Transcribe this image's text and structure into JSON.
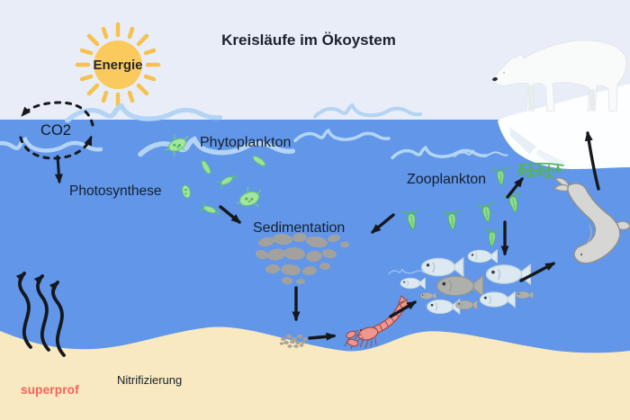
{
  "title": "Kreisläufe im Ökoystem",
  "sun": {
    "label": "Energie"
  },
  "cycle": {
    "co2": "CO2",
    "photosynthesis": "Photosynthese"
  },
  "labels": {
    "phytoplankton": "Phytoplankton",
    "sedimentation": "Sedimentation",
    "zooplankton": "Zooplankton",
    "nitrification": "Nitrifizierung"
  },
  "branding": {
    "name": "superprof",
    "color": "#f6625a"
  },
  "colors": {
    "sky": "#e9edf8",
    "water": "#6196e9",
    "sand": "#f8e9c0",
    "wave": "#b3d4f4",
    "sun_core": "#fbca5f",
    "sun_rays": "#f6c14d",
    "arrow": "#15181c",
    "text": "#16202c",
    "phytoplankton_green": "#a7e4a2",
    "zooplankton_green": "#93dc93",
    "algae_green": "#54b25c",
    "sediment_gray": "#a3a19d",
    "fish_light": "#dde9f0",
    "fish_gray": "#aeb0ac",
    "crustacean_pink": "#f0958f",
    "seal_gray": "#d6d7d4",
    "bear_white": "#f9fbfb",
    "ice_white": "#fdfeff"
  },
  "illustrations": [
    "sun",
    "co2-cycle",
    "waves",
    "phytoplankton",
    "zooplankton",
    "sediment",
    "seafloor-deposit",
    "crustacean",
    "fish-school",
    "seal",
    "ice-floe",
    "polar-bear",
    "ice-algae",
    "sand",
    "nitrification-arrows"
  ],
  "flows": [
    {
      "from": "atmosphere",
      "to": "water",
      "label": "CO2",
      "style": "dashed-cycle"
    },
    {
      "from": "co2",
      "to": "photosynthesis"
    },
    {
      "from": "phytoplankton",
      "to": "sedimentation"
    },
    {
      "from": "zooplankton",
      "to": "sedimentation"
    },
    {
      "from": "sedimentation",
      "to": "seafloor-deposit"
    },
    {
      "from": "seafloor-deposit",
      "to": "crustacean"
    },
    {
      "from": "crustacean",
      "to": "fish"
    },
    {
      "from": "zooplankton",
      "to": "fish"
    },
    {
      "from": "fish",
      "to": "seal"
    },
    {
      "from": "zooplankton",
      "to": "ice-algae"
    },
    {
      "from": "seal",
      "to": "polar-bear"
    },
    {
      "from": "seafloor",
      "to": "water",
      "label": "Nitrifizierung",
      "style": "wavy"
    }
  ]
}
